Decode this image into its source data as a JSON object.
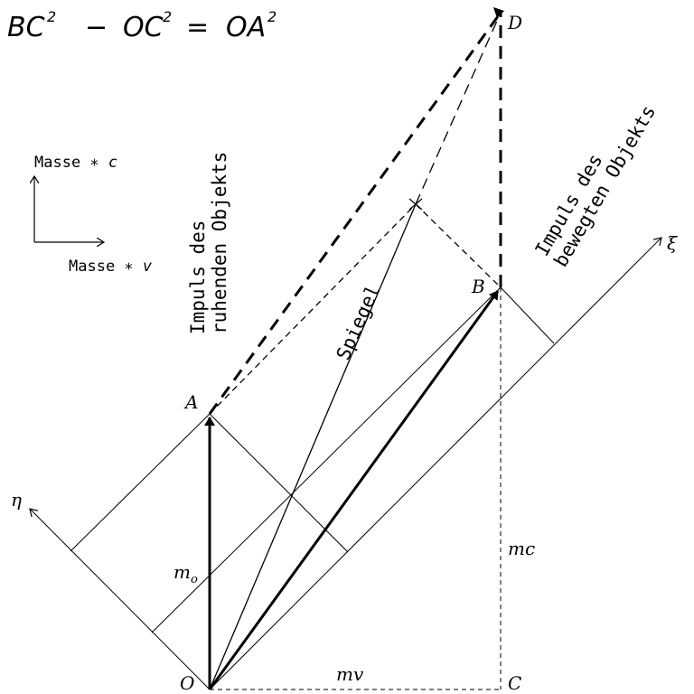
{
  "equation": {
    "bc": "BC",
    "minus": "−",
    "oc": "OC",
    "equals": "=",
    "oa": "OA",
    "exp": "2"
  },
  "legend": {
    "y_axis": "Masse ∗",
    "y_var": "c",
    "x_axis": "Masse ∗",
    "x_var": "v"
  },
  "points": {
    "O": "O",
    "A": "A",
    "B": "B",
    "C": "C",
    "D": "D"
  },
  "axes": {
    "xi": "ξ",
    "eta": "η"
  },
  "labels": {
    "rest_line1": "Impuls des",
    "rest_line2": "ruhenden Objekts",
    "moving_line1": "Impuls des",
    "moving_line2": "bewegten Objekts",
    "mirror": "Spiegel",
    "m0": "m",
    "m0_sub": "o",
    "mc": "mc",
    "mv": "mv"
  }
}
